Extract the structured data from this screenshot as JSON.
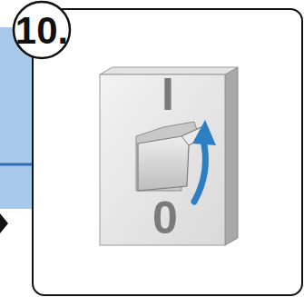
{
  "diagram": {
    "labels": [
      "10.",
      "I",
      "0"
    ]
  }
}
